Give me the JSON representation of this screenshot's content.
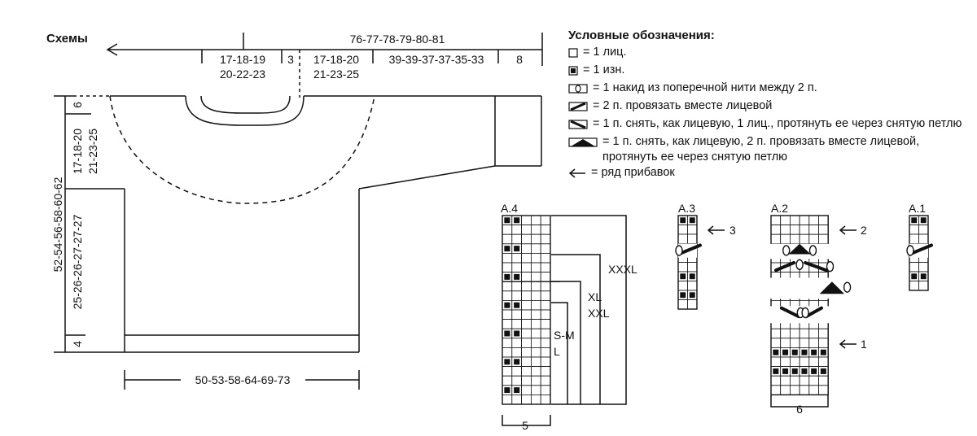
{
  "title": "Схемы",
  "measurements": {
    "total_width": "76-77-78-79-80-81",
    "neck_half": [
      "17-18-19",
      "20-22-23"
    ],
    "gap": "3",
    "yoke": [
      "17-18-20",
      "21-23-25"
    ],
    "sleeve": "39-39-37-37-35-33",
    "cuff": "8",
    "bottom_width": "50-53-58-64-69-73",
    "total_height": "52-54-56-58-60-62",
    "yoke_height": [
      "17-18-20",
      "21-23-25"
    ],
    "body_height": "25-26-26-27-27-27",
    "neck_height": "6",
    "rib_height": "4"
  },
  "legend": {
    "title": "Условные обозначения:",
    "items": [
      {
        "icon": "knit-square-icon",
        "text": "= 1 лиц."
      },
      {
        "icon": "purl-square-icon",
        "text": "= 1 изн."
      },
      {
        "icon": "yarn-over-icon",
        "text": "= 1 накид из поперечной нити между 2 п."
      },
      {
        "icon": "k2tog-icon",
        "text": "= 2 п. провязать вместе лицевой"
      },
      {
        "icon": "ssk-icon",
        "text": "= 1 п. снять, как лицевую, 1 лиц., протянуть ее через снятую петлю"
      },
      {
        "icon": "sk2p-icon",
        "text": "= 1 п. снять, как лицевую, 2 п. провязать вместе лицевой, протянуть ее через снятую петлю"
      },
      {
        "icon": "arrow-left-icon",
        "text": "= ряд прибавок"
      }
    ]
  },
  "charts": {
    "a4": {
      "label": "A.4",
      "width_label": "5",
      "sizes": [
        "XXXL",
        "XL",
        "XXL",
        "S-M",
        "L"
      ]
    },
    "a3": {
      "label": "A.3",
      "arrow_label": "3"
    },
    "a2": {
      "label": "A.2",
      "width_label": "6",
      "arrows": [
        "2",
        "1"
      ]
    },
    "a1": {
      "label": "A.1"
    }
  }
}
